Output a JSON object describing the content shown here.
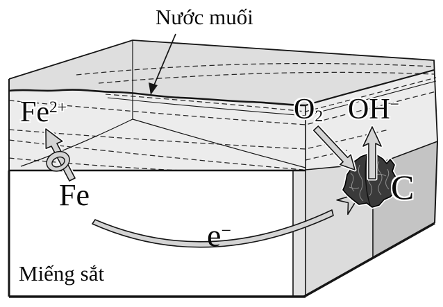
{
  "figure": {
    "labels": {
      "salt_water": "Nước muối",
      "fe_ion": {
        "base": "Fe",
        "sup": "2+"
      },
      "iron_atom": "Fe",
      "oxygen": {
        "base": "O",
        "sub": "2"
      },
      "hydroxide": {
        "base": "OH",
        "sup": "−"
      },
      "carbon": "C",
      "electron": {
        "base": "e",
        "sup": "−"
      },
      "iron_piece": "Miếng sắt"
    },
    "arrows": {
      "fe_ion_arrow": "up-left-through-loop",
      "oxygen_arrow": "down-right-to-carbon",
      "hydroxide_arrow": "up-from-carbon",
      "electron_arrow": "curved-right-to-carbon",
      "salt_water_pointer": "down-left-to-water-surface"
    },
    "colors": {
      "background": "#ffffff",
      "water_surface_band": "#dedede",
      "water_body": "#ececec",
      "block_front_face": "#ffffff",
      "block_edge_strip": "#e2e2e2",
      "block_mid_face": "#dcdcdc",
      "block_side_face": "#c4c4c4",
      "carbon_lump": "#3a3a3a",
      "arrow_fill": "#d4d4d4",
      "line": "#161616"
    }
  }
}
